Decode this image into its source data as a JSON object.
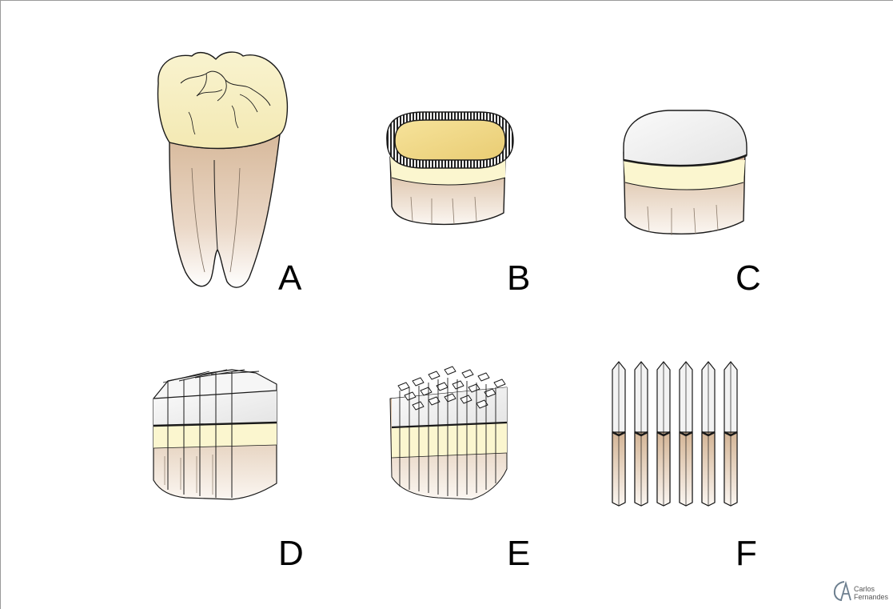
{
  "panels": [
    {
      "id": "a",
      "label": "A"
    },
    {
      "id": "b",
      "label": "B"
    },
    {
      "id": "c",
      "label": "C"
    },
    {
      "id": "d",
      "label": "D"
    },
    {
      "id": "e",
      "label": "E"
    },
    {
      "id": "f",
      "label": "F"
    }
  ],
  "credit": {
    "line1": "Carlos",
    "line2": "Fernandes"
  },
  "colors": {
    "crown": "#f8f1c8",
    "root": "#dcc0a4",
    "dentin_band": "#fbf6cf",
    "enamel_grey": "#f1f1f1",
    "pulp": "#f2d98a",
    "outline": "#1a1a1a"
  }
}
